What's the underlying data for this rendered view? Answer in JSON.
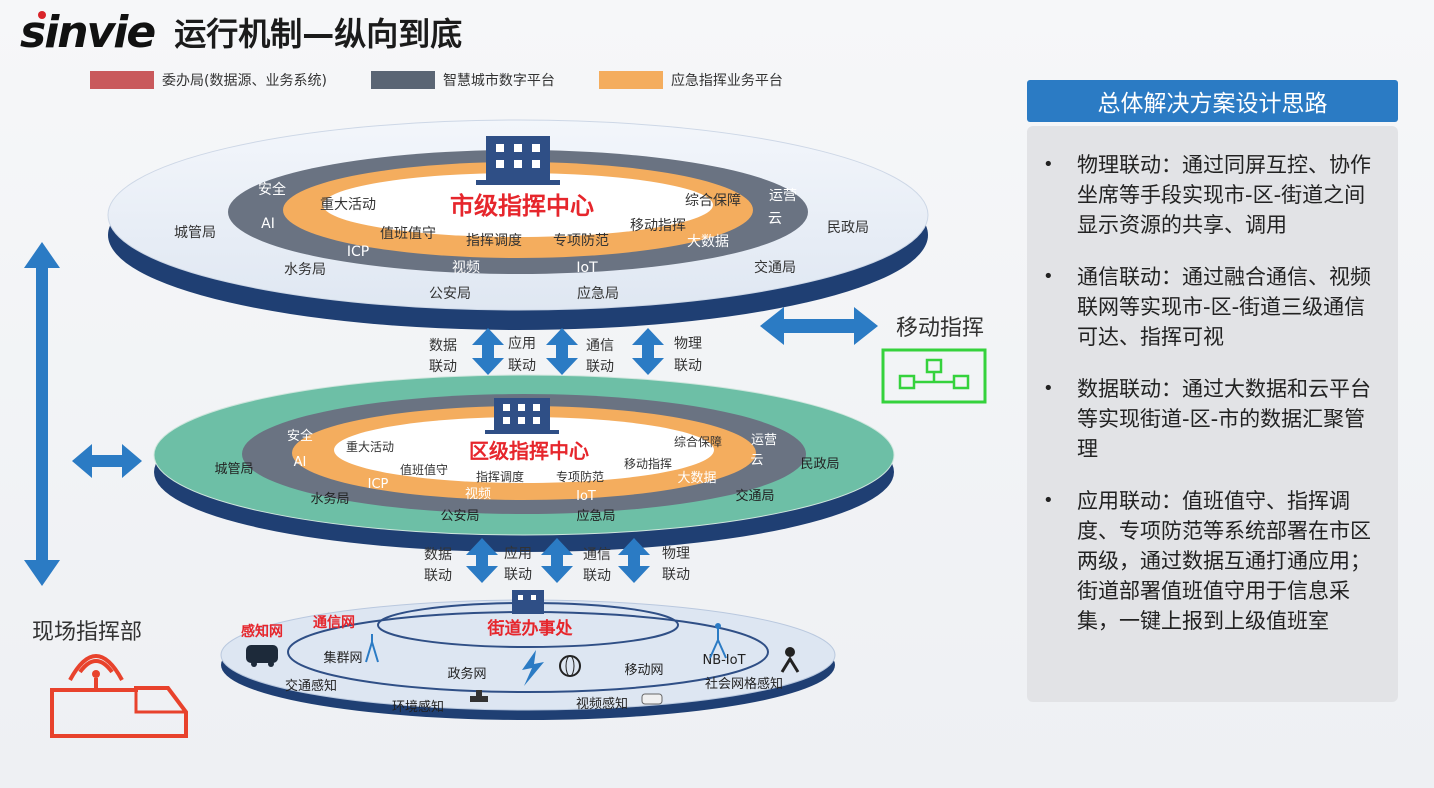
{
  "header": {
    "logo": "sinvie",
    "title": "运行机制—纵向到底"
  },
  "legend": [
    {
      "label": "委办局(数据源、业务系统)",
      "color": "#c9595c"
    },
    {
      "label": "智慧城市数字平台",
      "color": "#5a6574"
    },
    {
      "label": "应急指挥业务平台",
      "color": "#f4ad5e"
    }
  ],
  "colors": {
    "accent_blue": "#2b7bc4",
    "red_title": "#e6262c",
    "green_mobile": "#35d23c",
    "orange_truck": "#e8422c",
    "teal": "#6dbfa6"
  },
  "city": {
    "center": "市级指挥中心",
    "outer": [
      "城管局",
      "水务局",
      "公安局",
      "应急局",
      "交通局",
      "民政局"
    ],
    "dark_ring": [
      "安全",
      "AI",
      "ICP",
      "视频",
      "IoT",
      "大数据",
      "运营",
      "云"
    ],
    "orange_ring": [
      "重大活动",
      "值班值守",
      "指挥调度",
      "专项防范",
      "移动指挥",
      "综合保障"
    ]
  },
  "district": {
    "center": "区级指挥中心",
    "outer": [
      "城管局",
      "水务局",
      "公安局",
      "应急局",
      "交通局",
      "民政局"
    ],
    "dark_ring": [
      "安全",
      "AI",
      "ICP",
      "视频",
      "IoT",
      "大数据",
      "运营",
      "云"
    ],
    "orange_ring": [
      "重大活动",
      "值班值守",
      "指挥调度",
      "专项防范",
      "移动指挥",
      "综合保障"
    ]
  },
  "street": {
    "center": "街道办事处",
    "networks": [
      "感知网",
      "通信网"
    ],
    "labels": [
      "集群网",
      "政务网",
      "移动网",
      "NB-IoT",
      "交通感知",
      "环境感知",
      "视频感知",
      "社会网格感知"
    ]
  },
  "links_top": [
    "数据\n联动",
    "应用\n联动",
    "通信\n联动",
    "物理\n联动"
  ],
  "links_bottom": [
    "数据\n联动",
    "应用\n联动",
    "通信\n联动",
    "物理\n联动"
  ],
  "side": {
    "mobile": "移动指挥",
    "field": "现场指挥部"
  },
  "panel": {
    "title": "总体解决方案设计思路",
    "bullets": [
      "物理联动：通过同屏互控、协作坐席等手段实现市-区-街道之间显示资源的共享、调用",
      "通信联动：通过融合通信、视频联网等实现市-区-街道三级通信可达、指挥可视",
      "数据联动：通过大数据和云平台等实现街道-区-市的数据汇聚管理",
      "应用联动：值班值守、指挥调度、专项防范等系统部署在市区两级，通过数据互通打通应用；街道部署值班值守用于信息采集，一键上报到上级值班室"
    ]
  }
}
